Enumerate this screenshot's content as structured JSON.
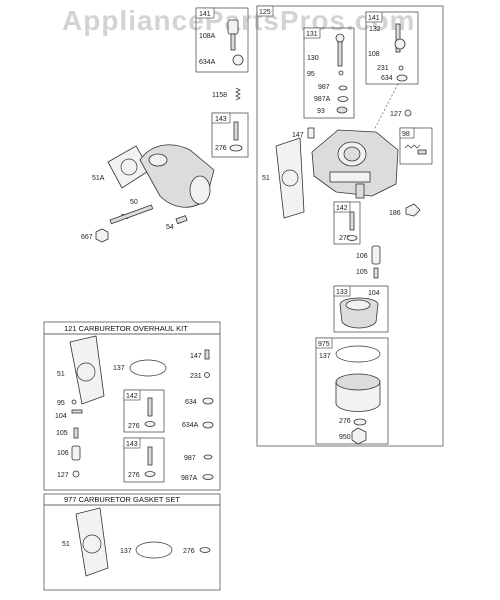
{
  "watermark": "AppliancePartsPros.com",
  "kits": {
    "overhaul_title": "121 CARBURETOR OVERHAUL KIT",
    "gasket_title": "977 CARBURETOR GASKET SET"
  },
  "labels": {
    "p141a": "141",
    "p108a": "108A",
    "p634a_1": "634A",
    "p1158": "1158",
    "p143a": "143",
    "p276a": "276",
    "p51a": "51A",
    "p50": "50",
    "p53": "53",
    "p667": "667",
    "p54": "54",
    "p125": "125",
    "p131": "131",
    "p130": "130",
    "p95a": "95",
    "p987a": "987",
    "p987A_a": "987A",
    "p93": "93",
    "p141b": "141",
    "p132": "132",
    "p108b": "108",
    "p231a": "231",
    "p634a": "634",
    "p127a": "127",
    "p147a": "147",
    "p51b": "51",
    "p98": "98",
    "p142a": "142",
    "p276b": "276",
    "p186": "186",
    "p106a": "106",
    "p105a": "105",
    "p133": "133",
    "p104a": "104",
    "p975": "975",
    "p137a": "137",
    "p276c": "276",
    "p950": "950",
    "k51": "51",
    "k137": "137",
    "k147": "147",
    "k231": "231",
    "k95": "95",
    "k104": "104",
    "k142": "142",
    "k276a": "276",
    "k634": "634",
    "k105": "105",
    "k634A": "634A",
    "k106": "106",
    "k143": "143",
    "k987": "987",
    "k127": "127",
    "k276b": "276",
    "k987A": "987A",
    "g51": "51",
    "g137": "137",
    "g276": "276"
  }
}
